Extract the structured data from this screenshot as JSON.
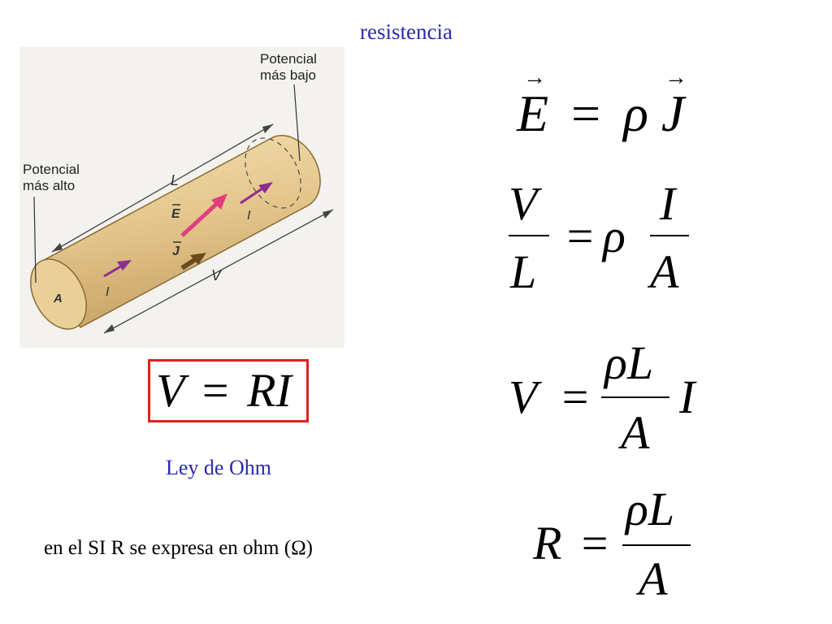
{
  "title": "resistencia",
  "figure": {
    "label_low": [
      "Potencial",
      "más bajo"
    ],
    "label_high": [
      "Potencial",
      "más alto"
    ],
    "label_L": "L",
    "label_E": "E",
    "label_J": "J",
    "label_I_top": "I",
    "label_I_bottom": "I",
    "label_V": "V",
    "label_A": "A"
  },
  "boxed_equation": {
    "left": "V",
    "eq": "=",
    "right": "RI"
  },
  "ohm_law_label": "Ley de Ohm",
  "si_note": "en el SI R se expresa en ohm (Ω)",
  "equations": {
    "eq1": {
      "lhs": "E",
      "eq": "=",
      "rho": "ρ",
      "rhs": "J"
    },
    "eq2": {
      "num_left": "V",
      "den_left": "L",
      "eq": "=",
      "rho": "ρ",
      "num_right": "I",
      "den_right": "A"
    },
    "eq3": {
      "lhs": "V",
      "eq": "=",
      "num": "ρL",
      "den": "A",
      "tail": "I"
    },
    "eq4": {
      "lhs": "R",
      "eq": "=",
      "num": "ρL",
      "den": "A"
    }
  },
  "colors": {
    "title": "#2b2bb0",
    "box": "#e02020",
    "cylinder": "#e5c78e",
    "E_arrow": "#e23d7e",
    "I_arrow": "#8a2f8f",
    "J_arrow": "#6b4b1d"
  }
}
